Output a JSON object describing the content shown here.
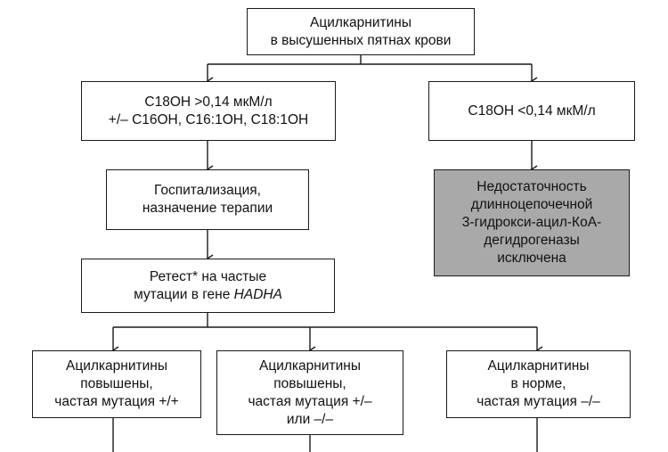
{
  "nodes": {
    "start": {
      "line1": "Ацилкарнитины",
      "line2": "в высушенных пятнах крови"
    },
    "high": {
      "line1": "С18ОН >0,14 мкМ/л",
      "line2": "+/– С16ОН, С16:1ОН, С18:1ОН"
    },
    "low": {
      "line1": "С18ОН <0,14 мкМ/л"
    },
    "excluded": {
      "line1": "Недостаточность",
      "line2": "длинноцепочечной",
      "line3": "3-гидрокси-ацил-КоА-",
      "line4": "дегидрогеназы",
      "line5": "исключена",
      "fill_color": "#a9a9a9"
    },
    "hospital": {
      "line1": "Госпитализация,",
      "line2": "назначение терапии"
    },
    "retest": {
      "line1": "Ретест* на частые",
      "line2_prefix": "мутации в гене ",
      "line2_gene": "HADHA"
    },
    "outcome1": {
      "line1": "Ацилкарнитины",
      "line2": "повышены,",
      "line3": "частая мутация +/+"
    },
    "outcome2": {
      "line1": "Ацилкарнитины",
      "line2": "повышены,",
      "line3": "частая мутация +/–",
      "line4": "или –/–"
    },
    "outcome3": {
      "line1": "Ацилкарнитины",
      "line2": "в норме,",
      "line3": "частая мутация –/–"
    }
  },
  "colors": {
    "line": "#1a1a1a",
    "box_fill": "#ffffff"
  }
}
